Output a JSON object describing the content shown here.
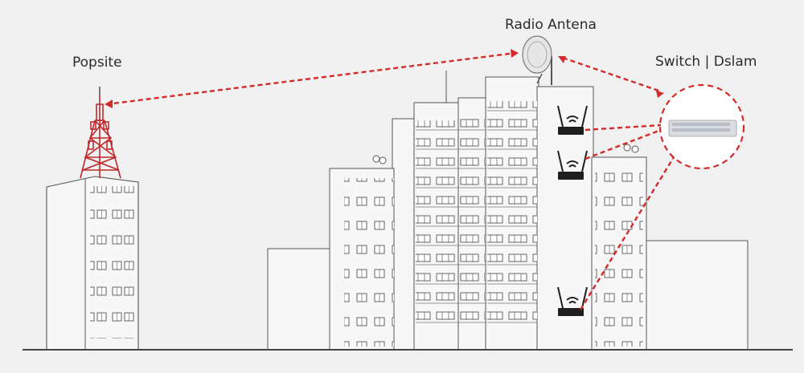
{
  "labels": {
    "popsite": "Popsite",
    "radio_antenna": "Radio Antena",
    "switch": "Switch | Dslam"
  },
  "colors": {
    "background": "#f1f1f1",
    "link_red": "#d42a2a",
    "outline": "#4a4a4a",
    "router": "#1e1e1e",
    "tower": "#c0282b",
    "switch_body": "#d9dde3"
  },
  "icons": {
    "tower": "cell-tower-icon",
    "antenna": "radio-dish-icon",
    "router": "wifi-router-icon",
    "switch": "network-switch-icon"
  },
  "routers_count": 3
}
